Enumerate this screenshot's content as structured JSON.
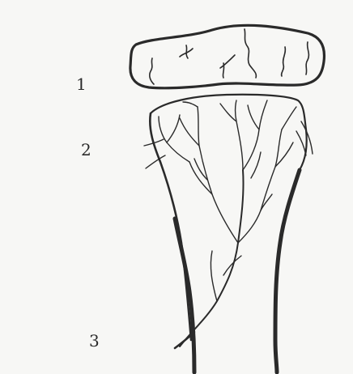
{
  "labels": {
    "one": "1",
    "two": "2",
    "three": "3"
  },
  "colors": {
    "ink": "#2a2a2a",
    "paper": "#f7f7f5"
  }
}
